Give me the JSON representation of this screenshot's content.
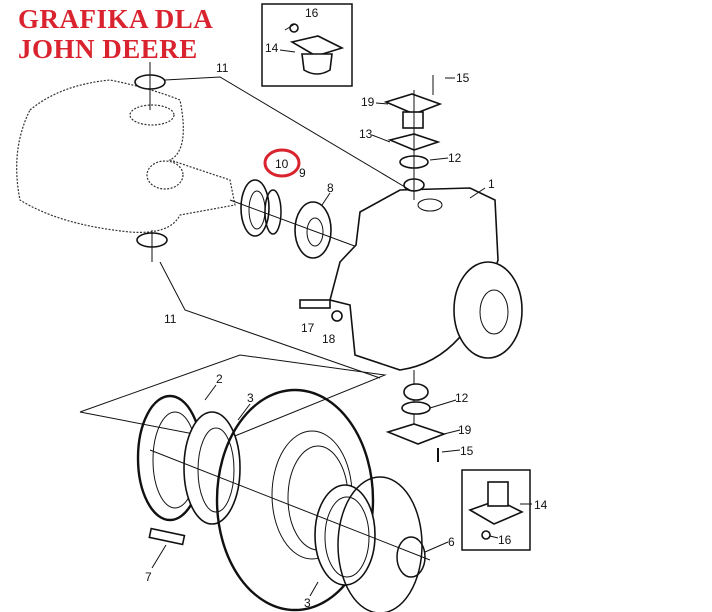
{
  "title": {
    "line1": "GRAFIKA DLA",
    "line2": "JOHN DEERE"
  },
  "highlight_color": "#d9232e",
  "callouts": [
    "16",
    "14",
    "11",
    "15",
    "19",
    "13",
    "12",
    "10",
    "9",
    "8",
    "1",
    "11",
    "17",
    "18",
    "2",
    "3",
    "12",
    "19",
    "15",
    "14",
    "16",
    "6",
    "7",
    "3"
  ]
}
